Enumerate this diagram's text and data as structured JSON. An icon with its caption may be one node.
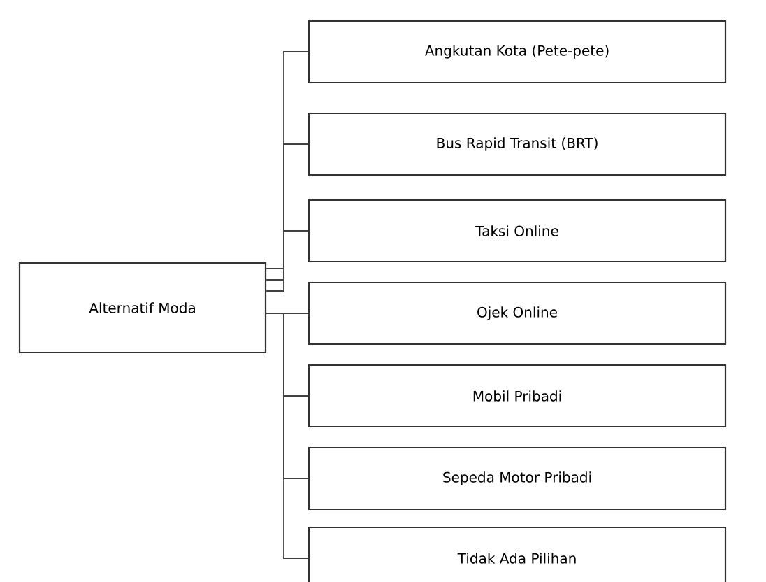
{
  "diagram": {
    "nodes": [
      {
        "text": [
          "Alternatif Moda"
        ]
      },
      {
        "text": [
          "Angkutan Kota (Pete-pete)"
        ]
      },
      {
        "text": [
          "Bus Rapid Transit (BRT)"
        ]
      },
      {
        "text": [
          "Taksi Online"
        ]
      },
      {
        "text": [
          "Ojek Online"
        ]
      },
      {
        "text": [
          "Mobil Pribadi"
        ]
      },
      {
        "text": [
          "Sepeda Motor Pribadi"
        ]
      },
      {
        "text": [
          "Tidak Ada Pilihan"
        ]
      }
    ],
    "edges": [
      {
        "from": 0,
        "to": 1,
        "arrow": "none"
      },
      {
        "from": 0,
        "to": 2,
        "arrow": "none"
      },
      {
        "from": 0,
        "to": 3,
        "arrow": "none"
      },
      {
        "from": 0,
        "to": 4,
        "arrow": "none"
      },
      {
        "from": 0,
        "to": 5,
        "arrow": "none"
      },
      {
        "from": 0,
        "to": 6,
        "arrow": "none"
      },
      {
        "from": 0,
        "to": 7,
        "arrow": "none"
      }
    ]
  }
}
